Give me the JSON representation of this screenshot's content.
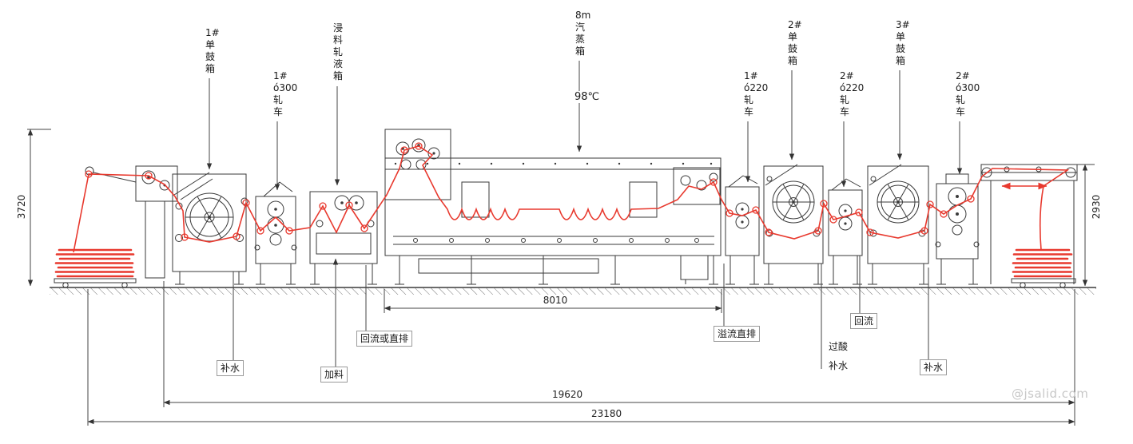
{
  "top_labels": [
    {
      "id": "drum-box-1",
      "text": "1#\n单\n鼓\n箱"
    },
    {
      "id": "padder-300-1",
      "text": "1#\nó300\n轧\n车"
    },
    {
      "id": "dip-padding-box",
      "text": "浸\n料\n轧\n液\n箱"
    },
    {
      "id": "steam-box",
      "text": "8m\n汽\n蒸\n箱"
    },
    {
      "id": "padder-220-1",
      "text": "1#\nó220\n轧\n车"
    },
    {
      "id": "drum-box-2",
      "text": "2#\n单\n鼓\n箱"
    },
    {
      "id": "padder-220-2",
      "text": "2#\nó220\n轧\n车"
    },
    {
      "id": "drum-box-3",
      "text": "3#\n单\n鼓\n箱"
    },
    {
      "id": "padder-300-2",
      "text": "2#\nó300\n轧\n车"
    }
  ],
  "steam_temperature": "98℃",
  "bottom_labels": [
    {
      "id": "makeup-water-1",
      "text": "补水"
    },
    {
      "id": "feed",
      "text": "加料"
    },
    {
      "id": "reflux-or-direct-drain",
      "text": "回流或直排"
    },
    {
      "id": "overflow-direct-drain",
      "text": "溢流直排"
    },
    {
      "id": "acid-pass",
      "text": "过酸"
    },
    {
      "id": "makeup-water-2",
      "text": "补水"
    },
    {
      "id": "reflux",
      "text": "回流"
    },
    {
      "id": "makeup-water-3",
      "text": "补水"
    }
  ],
  "dimensions": {
    "left_height": "3720",
    "right_height": "2930",
    "steam_box_length": "8010",
    "process_length": "19620",
    "total_length": "23180"
  },
  "watermark": "@jsalid.com",
  "colors": {
    "line": "#3a3a3a",
    "fabric": "#e8392e"
  }
}
